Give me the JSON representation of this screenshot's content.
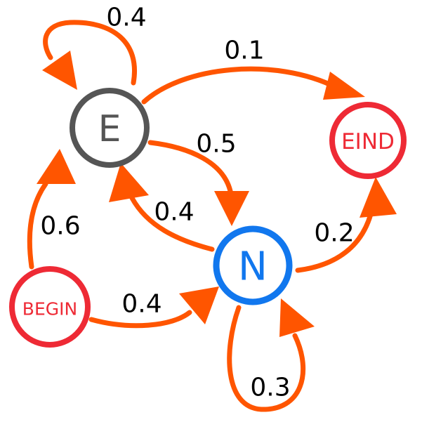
{
  "colors": {
    "edge": "#ff5500",
    "node_E": "#555555",
    "node_N": "#1177ee",
    "node_terminal": "#ee2a35",
    "text": "#000000"
  },
  "nodes": {
    "E": {
      "label": "E"
    },
    "N": {
      "label": "N"
    },
    "EIND": {
      "label": "EIND"
    },
    "BEGIN": {
      "label": "BEGIN"
    }
  },
  "edges": [
    {
      "id": "E-E",
      "from": "E",
      "to": "E",
      "label": "0.4"
    },
    {
      "id": "E-EIND",
      "from": "E",
      "to": "EIND",
      "label": "0.1"
    },
    {
      "id": "E-N",
      "from": "E",
      "to": "N",
      "label": "0.5"
    },
    {
      "id": "N-E",
      "from": "N",
      "to": "E",
      "label": "0.4"
    },
    {
      "id": "N-EIND",
      "from": "N",
      "to": "EIND",
      "label": "0.2"
    },
    {
      "id": "N-N",
      "from": "N",
      "to": "N",
      "label": "0.3"
    },
    {
      "id": "BEGIN-E",
      "from": "BEGIN",
      "to": "E",
      "label": "0.6"
    },
    {
      "id": "BEGIN-N",
      "from": "BEGIN",
      "to": "N",
      "label": "0.4"
    }
  ]
}
